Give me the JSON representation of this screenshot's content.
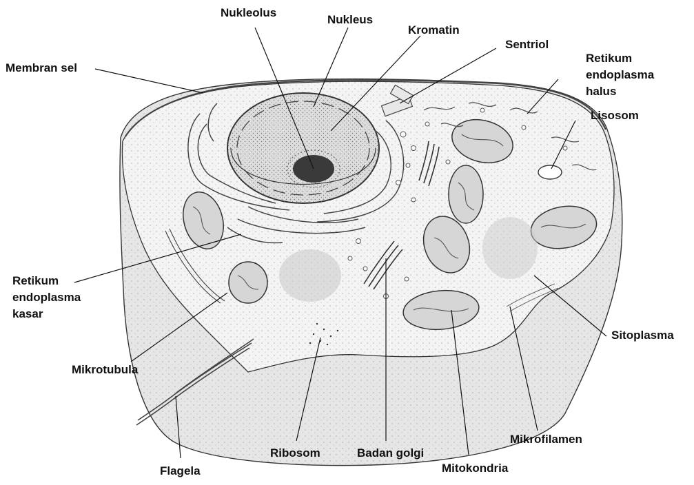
{
  "labels": {
    "nukleolus": "Nukleolus",
    "nukleus": "Nukleus",
    "kromatin": "Kromatin",
    "sentriol": "Sentriol",
    "retikum_halus": [
      "Retikum",
      "endoplasma",
      "halus"
    ],
    "lisosom": "Lisosom",
    "membran_sel": "Membran sel",
    "retikum_kasar": [
      "Retikum",
      "endoplasma",
      "kasar"
    ],
    "mikrotubula": "Mikrotubula",
    "sitoplasma": "Sitoplasma",
    "mikrofilamen": "Mikrofilamen",
    "flagela": "Flagela",
    "ribosom": "Ribosom",
    "badan_golgi": "Badan golgi",
    "mitokondria": "Mitokondria"
  },
  "colors": {
    "cell_fill": "#ededed",
    "cell_top_fill": "#f6f6f6",
    "nucleus_fill": "#e2e2e2",
    "outline": "#333333",
    "leader_line": "#111111",
    "label_text": "#111111"
  }
}
